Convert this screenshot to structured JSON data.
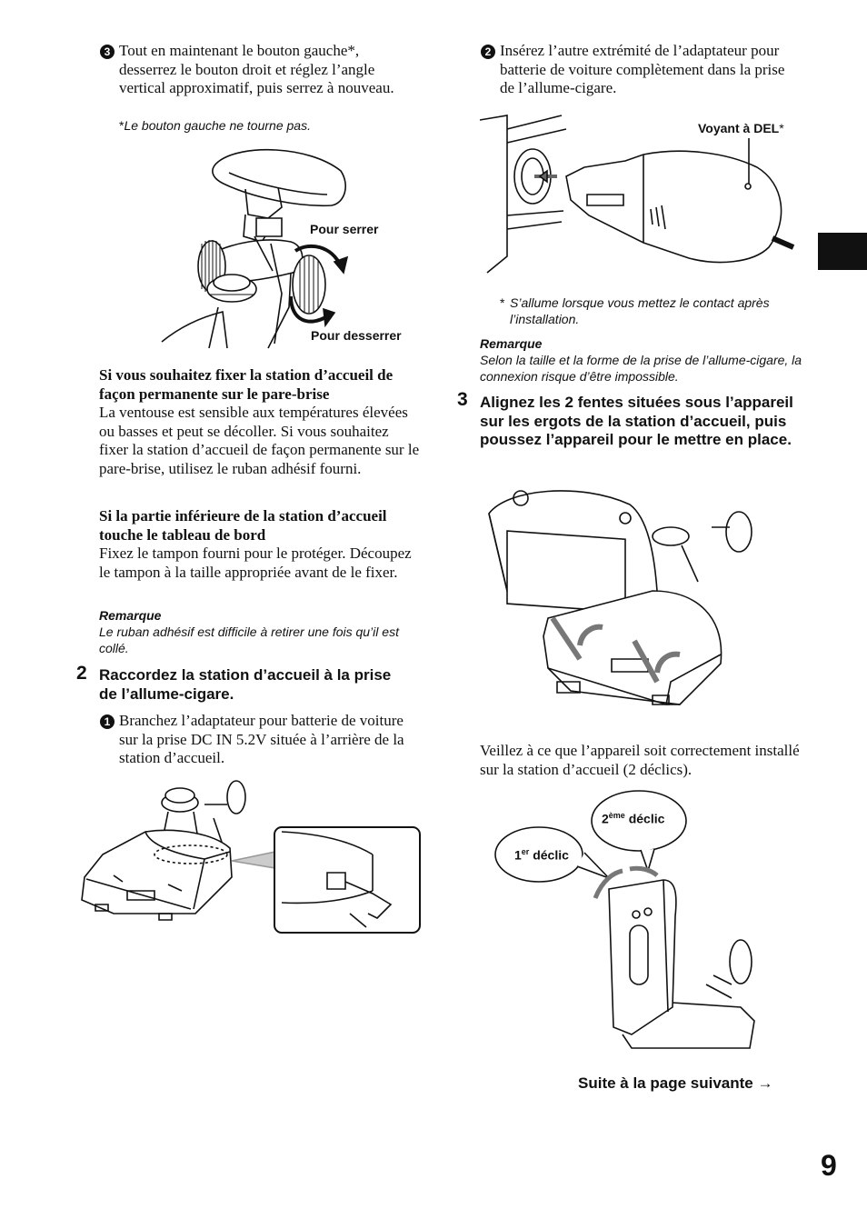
{
  "left": {
    "step3_sub": {
      "num": "3",
      "text": "Tout en maintenant le bouton gauche*, desserrez le bouton droit et réglez l’angle vertical approximatif, puis serrez à nouveau.",
      "footnote_mark": "*",
      "footnote": "Le bouton gauche ne tourne pas."
    },
    "fig1": {
      "label_tighten": "Pour serrer",
      "label_loosen": "Pour desserrer"
    },
    "section_permanent": {
      "title": "Si vous souhaitez fixer la station d’accueil de façon permanente sur le pare-brise",
      "body": "La ventouse est sensible aux températures élevées ou basses et peut se décoller. Si vous souhaitez fixer la station d’accueil de façon permanente sur le pare-brise, utilisez le ruban adhésif fourni."
    },
    "section_dashboard": {
      "title": "Si la partie inférieure de la station d’accueil touche le tableau de bord",
      "body": "Fixez le tampon fourni pour le protéger. Découpez le tampon à la taille appropriée avant de le fixer."
    },
    "remark1": {
      "title": "Remarque",
      "body": "Le ruban adhésif est difficile à retirer une fois qu’il est collé."
    },
    "step2": {
      "num": "2",
      "title": "Raccordez la station d’accueil à la prise de l’allume-cigare.",
      "sub1_num": "1",
      "sub1_text": "Branchez l’adaptateur pour batterie de voiture sur la prise DC IN 5.2V située à l’arrière de la station d’accueil."
    }
  },
  "right": {
    "sub2": {
      "num": "2",
      "text": "Insérez l’autre extrémité de l’adaptateur pour batterie de voiture complètement dans la prise de l’allume-cigare."
    },
    "fig_led": {
      "label": "Voyant à DEL",
      "label_mark": "*"
    },
    "footnote_led": {
      "mark": "*",
      "text": "S’allume lorsque vous mettez le contact après l’installation."
    },
    "remark2": {
      "title": "Remarque",
      "body": "Selon la taille et la forme de la prise de l’allume-cigare, la connexion risque d’être impossible."
    },
    "step3": {
      "num": "3",
      "title": "Alignez les 2 fentes situées sous l’appareil sur les ergots de la station d’accueil, puis poussez l’appareil pour le mettre en place."
    },
    "check_text": "Veillez à ce que l’appareil soit correctement installé sur la station d’accueil (2 déclics).",
    "clicks": {
      "first_num": "1",
      "first_sup": "er",
      "first_word": " déclic",
      "second_num": "2",
      "second_sup": "ème",
      "second_word": " déclic"
    },
    "continued": "Suite à la page suivante",
    "continued_arrow": "→"
  },
  "page_number": "9"
}
